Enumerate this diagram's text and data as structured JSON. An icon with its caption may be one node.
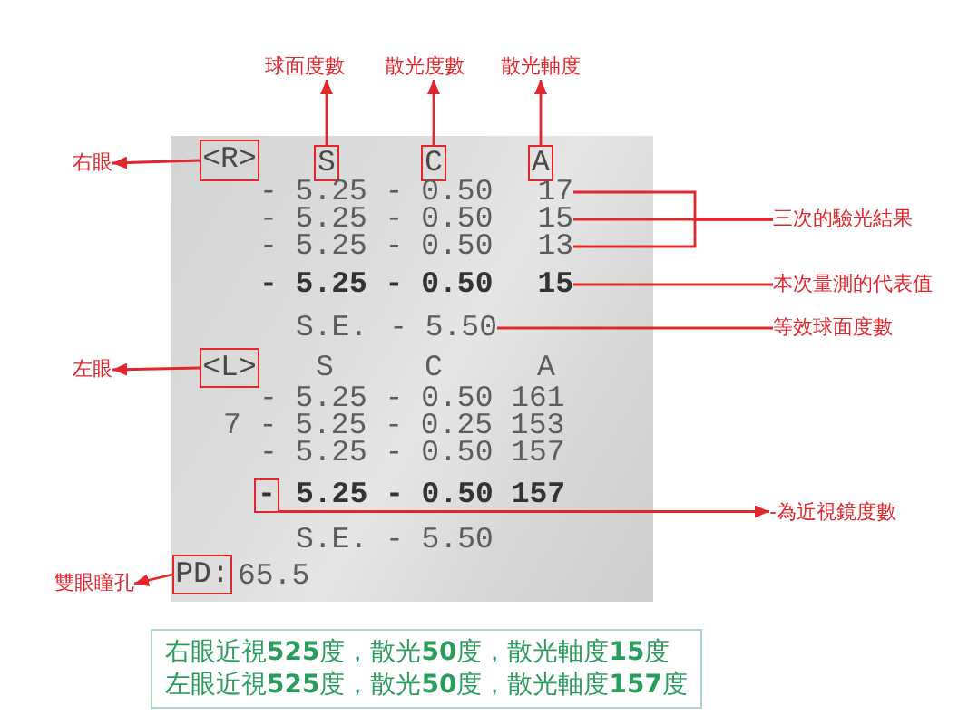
{
  "diagram": {
    "nodes": [
      {
        "text": [
          "球面度數"
        ]
      },
      {
        "text": [
          "散光度數"
        ]
      },
      {
        "text": [
          "散光軸度"
        ]
      },
      {
        "text": [
          "- 5.25 - 0.50",
          "- 5.25 - 0.50",
          "- 5.25 - 0.50",
          "- 5.25 - 0.50",
          "S.E.",
          "S",
          "C",
          "A",
          "- 5.25 - 0.50 161",
          "7 - 5.25 - 0.25 153",
          "- 5.25 - 0.50 157",
          "5.25 - 0.50 157",
          "S.E. - 5.50",
          "65.5"
        ]
      },
      {
        "text": [
          "<R>"
        ],
        "in": 3
      },
      {
        "text": [
          "S"
        ],
        "in": 3
      },
      {
        "text": [
          "C"
        ],
        "in": 3
      },
      {
        "text": [
          "A"
        ],
        "in": 3
      },
      {
        "text": [
          "17"
        ],
        "in": 3
      },
      {
        "text": [
          "15"
        ],
        "in": 3
      },
      {
        "text": [
          "13"
        ],
        "in": 3
      },
      {
        "text": [
          "15"
        ],
        "in": 3
      },
      {
        "text": [
          "- 5.50"
        ],
        "in": 3
      },
      {
        "text": [
          "<L>"
        ],
        "in": 3
      },
      {
        "text": [
          "-"
        ],
        "in": 3
      },
      {
        "text": [
          "PD:"
        ],
        "in": 3
      },
      {
        "text": [
          "右眼"
        ]
      },
      {
        "text": [
          "三次的驗光結果"
        ]
      },
      {
        "text": [
          "本次量測的代表值"
        ]
      },
      {
        "text": [
          "等效球面度數"
        ]
      },
      {
        "text": [
          "左眼"
        ]
      },
      {
        "text": [
          "-為近視鏡度數"
        ]
      },
      {
        "text": [
          "雙眼瞳孔"
        ]
      },
      {
        "text": [
          "右眼近視**525**度，散光**50**度，散光軸度**15**度",
          "左眼近視**525**度，散光**50**度，散光軸度**157**度"
        ]
      }
    ],
    "edges": [
      {
        "from": 5,
        "to": 0,
        "arrow": "to"
      },
      {
        "from": 6,
        "to": 1,
        "arrow": "to"
      },
      {
        "from": 7,
        "to": 2,
        "arrow": "to"
      },
      {
        "from": 4,
        "to": 16,
        "arrow": "to"
      },
      {
        "from": 8,
        "to": 17,
        "arrow": "none"
      },
      {
        "from": 9,
        "to": 17,
        "arrow": "none"
      },
      {
        "from": 10,
        "to": 17,
        "arrow": "none"
      },
      {
        "from": 11,
        "to": 18,
        "arrow": "none"
      },
      {
        "from": 12,
        "to": 19,
        "arrow": "none"
      },
      {
        "from": 13,
        "to": 20,
        "arrow": "to"
      },
      {
        "from": 14,
        "to": 21,
        "arrow": "to"
      },
      {
        "from": 15,
        "to": 22,
        "arrow": "to"
      }
    ]
  }
}
